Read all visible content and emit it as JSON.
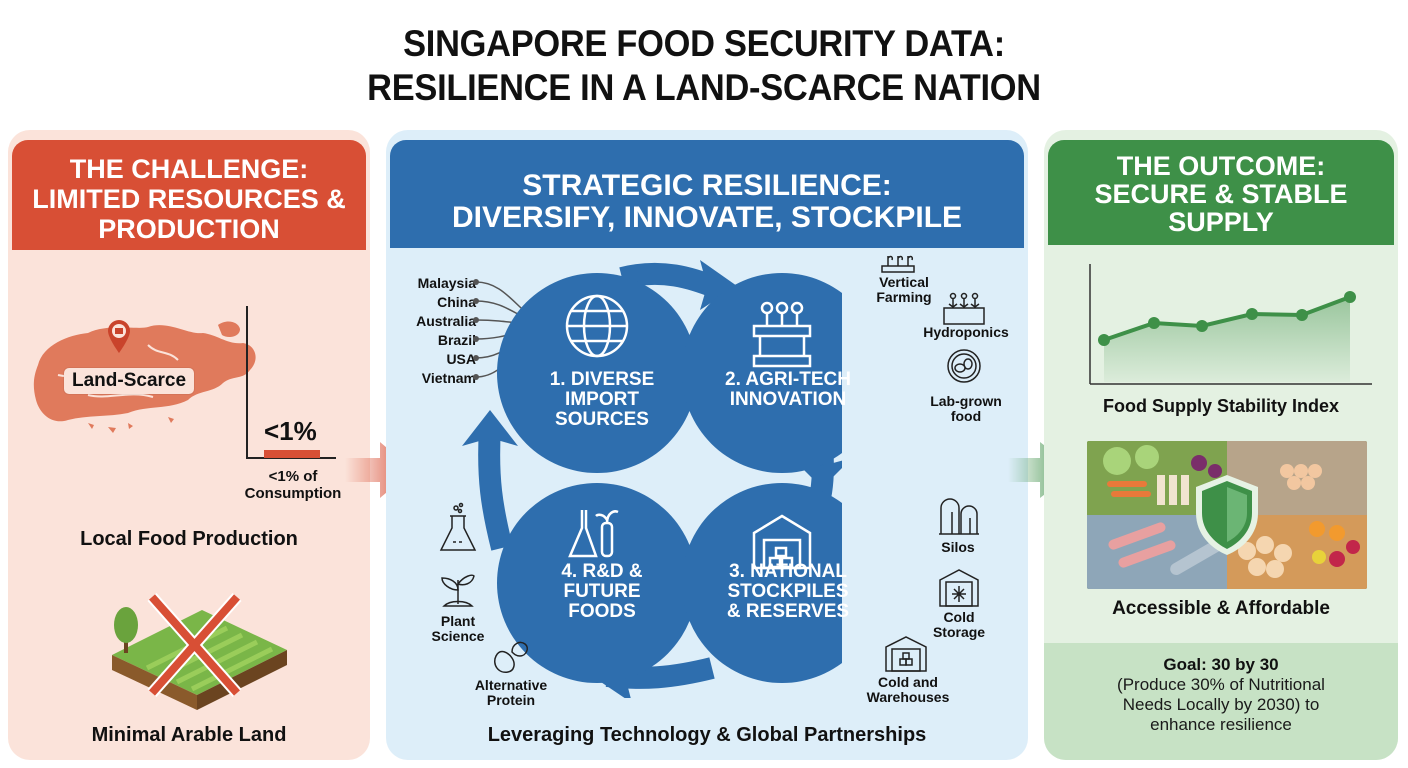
{
  "title": {
    "line1": "SINGAPORE FOOD SECURITY DATA:",
    "line2": "RESILIENCE IN A LAND-SCARCE NATION"
  },
  "challenge": {
    "header_line1": "THE CHALLENGE:",
    "header_line2": "LIMITED RESOURCES &",
    "header_line3": "PRODUCTION",
    "map_badge": "Land-Scarce",
    "bar_value": "<1%",
    "bar_caption_line1": "<1% of",
    "bar_caption_line2": "Consumption",
    "local_food_label": "Local Food Production",
    "arable_label": "Minimal Arable Land",
    "accent_color": "#d84f35"
  },
  "strategy": {
    "header_line1": "STRATEGIC RESILIENCE:",
    "header_line2": "DIVERSIFY, INNOVATE, STOCKPILE",
    "accent_color": "#2e6eae",
    "countries": [
      "Malaysia",
      "China",
      "Australia",
      "Brazil",
      "USA",
      "Vietnam"
    ],
    "pillars": [
      {
        "number": "1",
        "line1": "1. DIVERSE",
        "line2": "IMPORT",
        "line3": "SOURCES",
        "icon": "globe-icon"
      },
      {
        "number": "2",
        "line1": "2. AGRI-TECH",
        "line2": "INNOVATION",
        "line3": "",
        "icon": "vertical-farm-icon"
      },
      {
        "number": "3",
        "line1": "3. NATIONAL",
        "line2": "STOCKPILES",
        "line3": "& RESERVES",
        "icon": "warehouse-icon"
      },
      {
        "number": "4",
        "line1": "4. R&D &",
        "line2": "FUTURE",
        "line3": "FOODS",
        "icon": "lab-flask-icon"
      }
    ],
    "agritech_items": [
      {
        "line1": "Vertical",
        "line2": "Farming",
        "icon": "vertical-farming-icon"
      },
      {
        "line1": "Hydroponics",
        "line2": "",
        "icon": "hydroponics-icon"
      },
      {
        "line1": "Lab-grown",
        "line2": "food",
        "icon": "lab-grown-food-icon"
      }
    ],
    "stockpile_items": [
      {
        "line1": "Silos",
        "line2": "",
        "icon": "silos-icon"
      },
      {
        "line1": "Cold",
        "line2": "Storage",
        "icon": "cold-storage-icon"
      },
      {
        "line1": "Cold and",
        "line2": "Warehouses",
        "icon": "warehouse-small-icon"
      }
    ],
    "rnd_items": [
      {
        "line1": "",
        "line2": "",
        "icon": "flask-icon"
      },
      {
        "line1": "Plant",
        "line2": "Science",
        "icon": "plant-sprout-icon"
      },
      {
        "line1": "Alternative",
        "line2": "Protein",
        "icon": "bean-icon"
      }
    ],
    "footer": "Leveraging Technology & Global Partnerships"
  },
  "outcome": {
    "header_line1": "THE OUTCOME:",
    "header_line2": "SECURE & STABLE",
    "header_line3": "SUPPLY",
    "chart_caption": "Food Supply Stability Index",
    "image_caption": "Accessible & Affordable",
    "goal_title": "Goal: 30 by 30",
    "goal_line1": "(Produce 30% of Nutritional",
    "goal_line2": "Needs Locally by 2030) to",
    "goal_line3": "enhance resilience",
    "accent_color": "#3e9048"
  },
  "chart_data": [
    {
      "type": "line",
      "title": "Food Supply Stability Index",
      "x": [
        1,
        2,
        3,
        4,
        5,
        6
      ],
      "values": [
        3.0,
        4.2,
        3.9,
        5.0,
        4.9,
        6.5
      ],
      "xlabel": "",
      "ylabel": "",
      "area_fill": true,
      "grid": false,
      "color": "#3e9048"
    },
    {
      "type": "bar",
      "title": "Local Food Production",
      "categories": [
        "Local production share of consumption"
      ],
      "values": [
        1
      ],
      "annotation": "<1%",
      "xlabel": "",
      "ylabel": "",
      "color": "#d84f35"
    }
  ]
}
